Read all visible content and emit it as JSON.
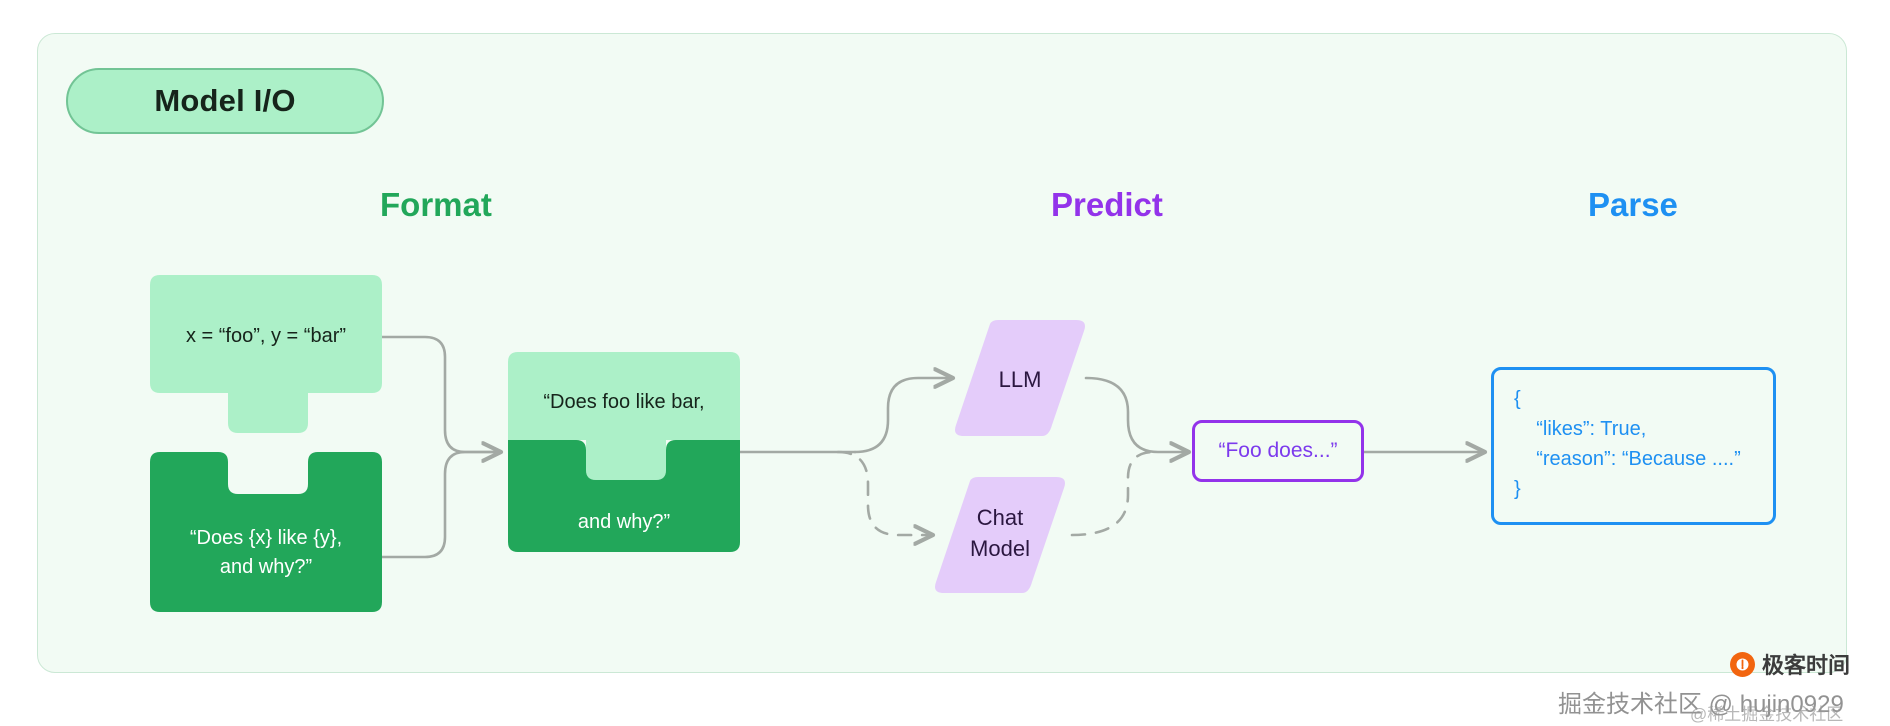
{
  "panel": {
    "background": "#F2FBF4",
    "border_color": "#CBE8D5"
  },
  "title": {
    "label": "Model I/O",
    "fill": "#ACF0C8",
    "border": "#72C495",
    "text_color": "#16241B"
  },
  "stages": [
    {
      "id": "format",
      "label": "Format",
      "color": "#22A75A"
    },
    {
      "id": "predict",
      "label": "Predict",
      "color": "#9333EA"
    },
    {
      "id": "parse",
      "label": "Parse",
      "color": "#1E90F2"
    }
  ],
  "colors": {
    "green_light": "#ACF0C8",
    "green_dark": "#22A75A",
    "purple_light": "#E4CCFA",
    "purple_stroke": "#9333EA",
    "blue_stroke": "#1E90F2",
    "connector": "#A3A9A4"
  },
  "format_stage": {
    "variables_piece": {
      "text": "x = “foo”, y = “bar”",
      "fill": "#ACF0C8",
      "role": "input-variables"
    },
    "template_piece": {
      "text": "“Does {x} like {y},\nand why?”",
      "fill": "#22A75A",
      "role": "prompt-template"
    },
    "merged_piece": {
      "top_text": "“Does foo like bar,",
      "bottom_text": "and why?”",
      "top_fill": "#ACF0C8",
      "bottom_fill": "#22A75A",
      "role": "formatted-prompt"
    }
  },
  "predict_stage": {
    "models": [
      {
        "id": "llm",
        "label": "LLM",
        "fill": "#E4CCFA",
        "connector_style": "solid"
      },
      {
        "id": "chat",
        "label": "Chat\nModel",
        "fill": "#E4CCFA",
        "connector_style": "dashed"
      }
    ],
    "output_box": {
      "text": "“Foo does...”",
      "border": "#9333EA",
      "text_color": "#7C3AED"
    }
  },
  "parse_stage": {
    "json_box": {
      "lines": [
        "{",
        "    “likes”: True,",
        "    “reason”: “Because ....”",
        "}"
      ],
      "border": "#1E90F2",
      "text_color": "#1E90F2"
    }
  },
  "watermarks": {
    "geek_logo_glyph": "①",
    "geek_time": "极客时间",
    "juejin": "掘金技术社区 @ hujin0929",
    "xitu": "@稀土掘金技术社区"
  }
}
